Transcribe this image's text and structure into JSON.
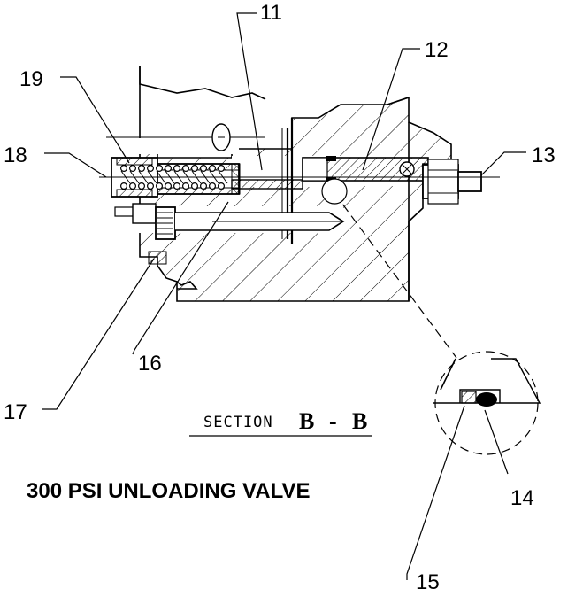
{
  "callouts": {
    "c11": "11",
    "c12": "12",
    "c13": "13",
    "c14": "14",
    "c15": "15",
    "c16": "16",
    "c17": "17",
    "c18": "18",
    "c19": "19"
  },
  "section": {
    "word": "SECTION",
    "id_left": "B",
    "dash": "-",
    "id_right": "B"
  },
  "title": "300 PSI UNLOADING VALVE"
}
